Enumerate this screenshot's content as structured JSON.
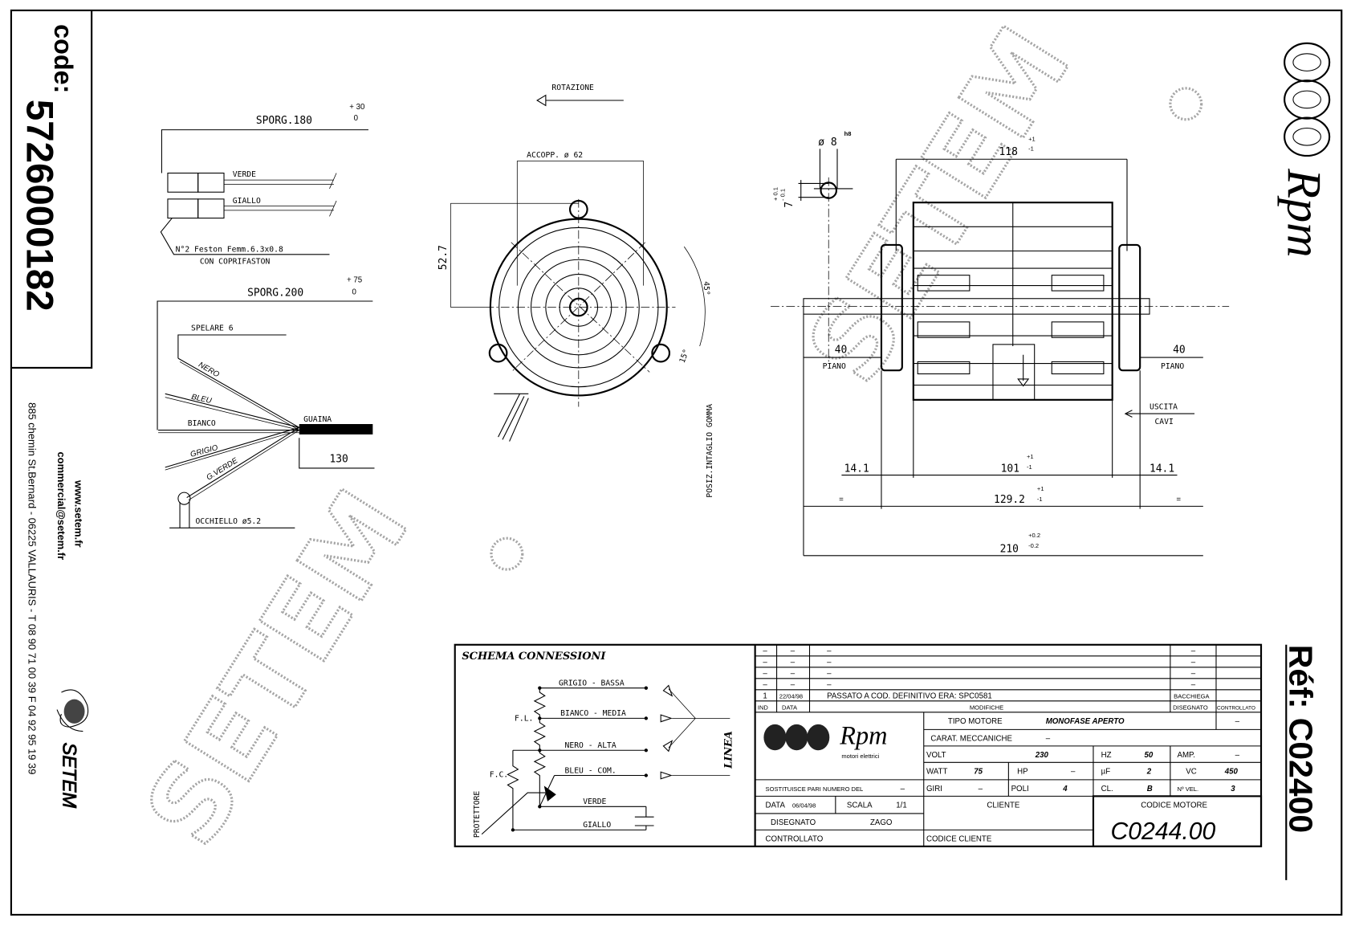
{
  "code_panel": {
    "code_label": "code:",
    "code_value": "5726000182"
  },
  "contact": {
    "website": "www.setem.fr",
    "email": "commercial@setem.fr",
    "address": "885 chemin St.Bernard  -  06225 VALLAURIS  -  T 08 90 71 00 39   F 04 92 95 19 39",
    "brand": "SETEM"
  },
  "watermark": "SETEM",
  "right_panel": {
    "logo": "Rpm",
    "ref": "Réf: C02400"
  },
  "cable_drawing": {
    "sporg1": "SPORG.180",
    "sporg1_tol_plus": "+ 30",
    "sporg1_tol_minus": "0",
    "verde": "VERDE",
    "giallo": "GIALLO",
    "faston": "N°2 Feston Femm.6.3x0.8",
    "coprifaston": "CON COPRIFASTON",
    "sporg2": "SPORG.200",
    "sporg2_tol_plus": "+ 75",
    "sporg2_tol_minus": "0",
    "spelare": "SPELARE 6",
    "wires": [
      "NERO",
      "BLEU",
      "BIANCO",
      "GRIGIO",
      "G.VERDE"
    ],
    "guaina": "GUAINA",
    "guaina_len": "130",
    "occhiello": "OCCHIELLO ø5.2"
  },
  "front_view": {
    "rotation": "ROTAZIONE",
    "accopp": "ACCOPP. ø 62",
    "height": "52.7",
    "angle1": "45°",
    "angle2": "15°",
    "notch": "POSIZ.INTAGLIO GOMMA"
  },
  "side_view": {
    "shaft_dia": "ø 8",
    "shaft_tol": "h8",
    "flat": "7",
    "flat_tol_plus": "+ 0.1",
    "flat_tol_minus": "- 0.1",
    "d118": "118",
    "d101": "101",
    "d129": "129.2",
    "tol_p1": "+1",
    "tol_m1": "-1",
    "d210": "210",
    "tol_p02": "+0.2",
    "tol_m02": "-0.2",
    "d40": "40",
    "piano": "PIANO",
    "d14": "14.1",
    "eq": "=",
    "uscita": "USCITA",
    "cavi": "CAVI"
  },
  "schema": {
    "title": "SCHEMA CONNESSIONI",
    "lines": [
      "GRIGIO - BASSA",
      "BIANCO - MEDIA",
      "NERO - ALTA",
      "BLEU - COM.",
      "VERDE",
      "GIALLO"
    ],
    "fl": "F.L.",
    "fc": "F.C.",
    "protettore": "PROTETTORE",
    "linea": "LINEA"
  },
  "title_block": {
    "revisions": [
      {
        "ind": "–",
        "data": "–",
        "desc": "–",
        "disegnato": "–",
        "controllato": ""
      },
      {
        "ind": "–",
        "data": "–",
        "desc": "–",
        "disegnato": "–",
        "controllato": ""
      },
      {
        "ind": "–",
        "data": "–",
        "desc": "–",
        "disegnato": "–",
        "controllato": ""
      },
      {
        "ind": "–",
        "data": "–",
        "desc": "–",
        "disegnato": "–",
        "controllato": ""
      },
      {
        "ind": "1",
        "data": "22/04/98",
        "desc": "PASSATO A COD. DEFINITIVO ERA: SPC0581",
        "disegnato": "BACCHIEGA",
        "controllato": ""
      }
    ],
    "headers": {
      "ind": "IND",
      "data": "DATA",
      "modifiche": "MODIFICHE",
      "disegnato": "DISEGNATO",
      "controllato": "CONTROLLATO"
    },
    "logo_text": "Rpm",
    "logo_sub": "motori elettrici",
    "tipo_motore_label": "TIPO MOTORE",
    "tipo_motore": "MONOFASE APERTO",
    "tipo_extra": "–",
    "carat_label": "CARAT. MECCANICHE",
    "carat": "–",
    "volt_label": "VOLT",
    "volt": "230",
    "hz_label": "HZ",
    "hz": "50",
    "amp_label": "AMP.",
    "amp": "–",
    "watt_label": "WATT",
    "watt": "75",
    "hp_label": "HP",
    "hp": "–",
    "uf_label": "µF",
    "uf": "2",
    "vc_label": "VC",
    "vc": "450",
    "giri_label": "GIRI",
    "giri": "–",
    "poli_label": "POLI",
    "poli": "4",
    "cl_label": "CL.",
    "cl": "B",
    "vel_label": "Nº VEL.",
    "vel": "3",
    "sostituisce_label": "SOSTITUISCE PARI NUMERO DEL",
    "sostituisce": "–",
    "data_label": "DATA",
    "data": "06/04/98",
    "scala_label": "SCALA",
    "scala": "1/1",
    "disegnato_label": "DISEGNATO",
    "disegnato": "ZAGO",
    "controllato_label": "CONTROLLATO",
    "cliente_label": "CLIENTE",
    "codice_cliente_label": "CODICE CLIENTE",
    "codice_motore_label": "CODICE MOTORE",
    "codice_motore": "C0244.00"
  }
}
